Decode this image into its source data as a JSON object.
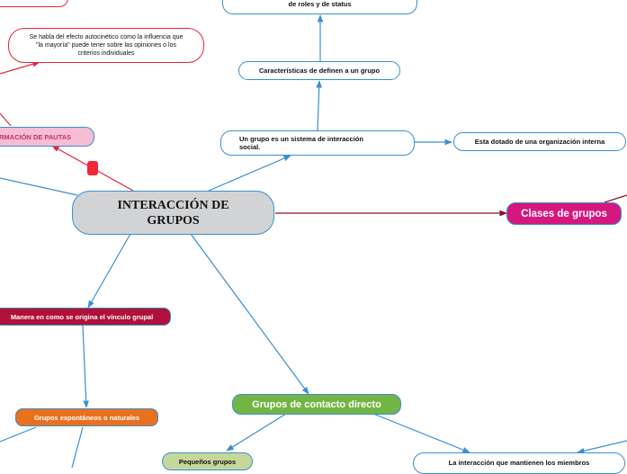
{
  "central": {
    "label": "INTERACCIÓN DE GRUPOS"
  },
  "nodes": {
    "roles": "de roles y de status",
    "caracteristicas": "Características de definen a un grupo",
    "sistema": "Un grupo es un sistema de interacción social.",
    "organizacion": "Esta dotado de una organización interna",
    "clases": "Clases de grupos",
    "pautas": "RMACIÓN DE PAUTAS",
    "quote": "Se habla del efecto autocinético como la influencia que \"la mayoría\" puede tener sobre las opiniones o los criterios individuales",
    "manera": "Manera en como se origina el vínculo grupal",
    "espontaneos": "Grupos espontáneos o naturales",
    "contacto": "Grupos de contacto directo",
    "pequenos": "Pequeños grupos",
    "interaccion": "La interacción que mantienen los miembros"
  },
  "colors": {
    "connector": "#3b8fd0",
    "dark_connector": "#8b1020",
    "red_connector": "#e0283c",
    "pink": "#d6177f",
    "green": "#72b545",
    "crimson": "#b0103a",
    "orange": "#e8711e",
    "light_pink": "#f5bdd6",
    "olive": "#c5d89a",
    "central_fill": "#d2d3d5"
  }
}
